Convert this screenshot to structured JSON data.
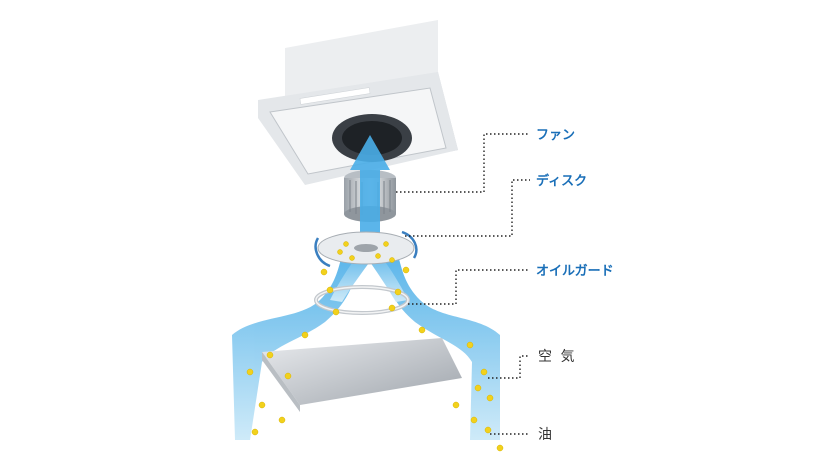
{
  "labels": {
    "fan": "ファン",
    "disk": "ディスク",
    "oil_guard": "オイルガード",
    "air": "空 気",
    "oil": "油"
  },
  "colors": {
    "label_blue": "#1a6fb8",
    "label_dark": "#333333",
    "airflow_blue": "#7cc6f0",
    "oil_yellow": "#f2d11c",
    "hood_silver": "#d9dde1"
  }
}
